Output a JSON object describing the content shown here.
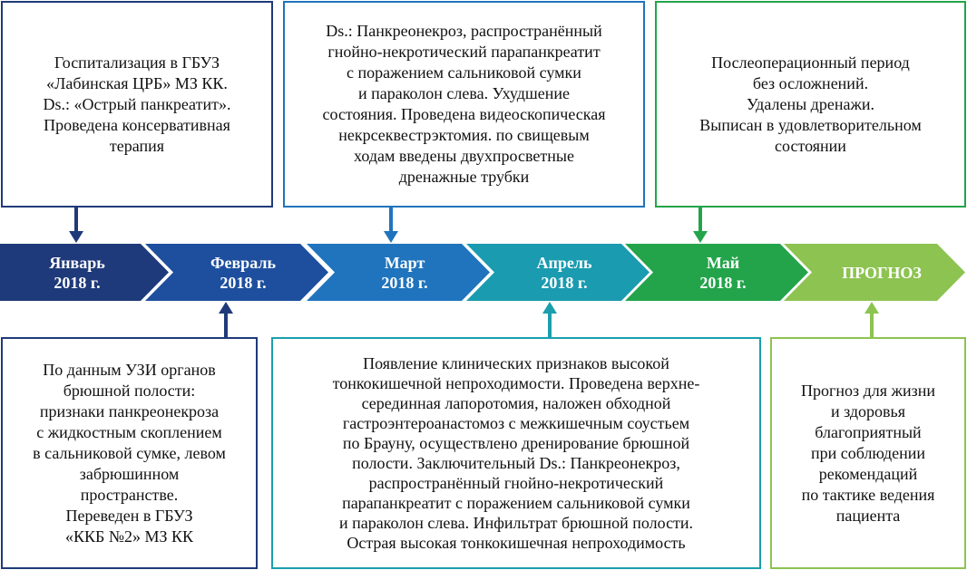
{
  "colors": {
    "jan": "#1f3a7a",
    "feb": "#1e4f9e",
    "mar": "#1f74bd",
    "apr": "#1a9bb0",
    "may": "#23a44a",
    "prog": "#8dc351",
    "border_blue": "#1f3a7a",
    "border_teal": "#1b9fad",
    "border_green": "#23a44a",
    "border_light": "#8dc351"
  },
  "timeline": [
    {
      "line1": "Январь",
      "line2": "2018 г."
    },
    {
      "line1": "Февраль",
      "line2": "2018 г."
    },
    {
      "line1": "Март",
      "line2": "2018 г."
    },
    {
      "line1": "Апрель",
      "line2": "2018 г."
    },
    {
      "line1": "Май",
      "line2": "2018 г."
    },
    {
      "line1": "ПРОГНОЗ"
    }
  ],
  "boxes": {
    "jan": [
      "Госпитализация в ГБУЗ",
      "«Лабинская ЦРБ» МЗ КК.",
      "Ds.: «Острый панкреатит».",
      "Проведена консервативная",
      "терапия"
    ],
    "feb": [
      "По данным УЗИ органов",
      "брюшной полости:",
      "признаки панкреонекроза",
      "с жидкостным скоплением",
      "в сальниковой сумке, левом",
      "забрюшинном",
      "пространстве.",
      "Переведен в  ГБУЗ",
      "«ККБ №2» МЗ КК"
    ],
    "mar": [
      "Ds.: Панкреонекроз, распространённый",
      "гнойно-некротический парапанкреатит",
      "с поражением сальниковой сумки",
      "и параколон слева. Ухудшение",
      "состояния. Проведена видеоскопическая",
      "некрсеквестрэктомия. по свищевым",
      "ходам введены двухпросветные",
      "дренажные трубки"
    ],
    "apr": [
      "Появление клинических признаков высокой",
      "тонкокишечной непроходимости. Проведена верхне-",
      "серединная лапоротомия, наложен обходной",
      "гастроэнтероанастомоз с межкишечным соустьем",
      "по Брауну, осуществлено дренирование брюшной",
      "полости. Заключительный Ds.: Панкреонекроз,",
      "распространённый гнойно-некротический",
      "парапанкреатит с поражением сальниковой сумки",
      "и параколон слева. Инфильтрат брюшной полости.",
      "Острая высокая тонкокишечная непроходимость"
    ],
    "may": [
      "Послеоперационный период",
      "без осложнений.",
      "Удалены дренажи.",
      "Выписан в удовлетворительном",
      "состоянии"
    ],
    "prog": [
      "Прогноз для жизни",
      "и здоровья",
      "благоприятный",
      "при соблюдении",
      "рекомендаций",
      "по тактике ведения",
      "пациента"
    ]
  }
}
